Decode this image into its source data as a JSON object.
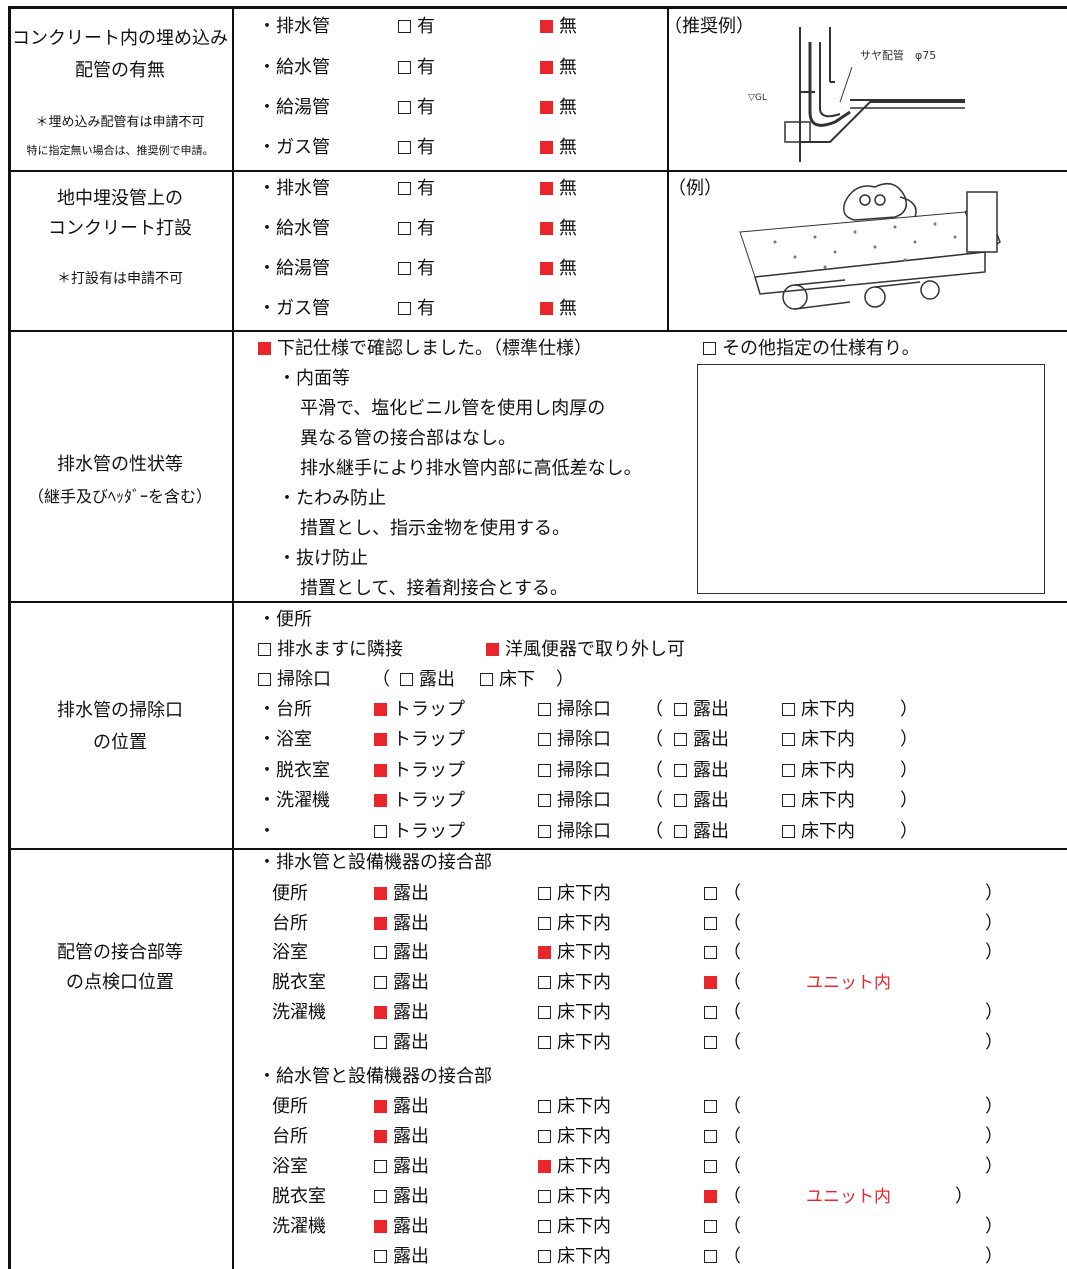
{
  "colors": {
    "checked": "#e8262c",
    "text": "#111111",
    "border": "#111111"
  },
  "section1": {
    "label_lines": [
      "コンクリート内の埋め込み",
      "配管の有無"
    ],
    "note1": "＊埋め込み配管有は申請不可",
    "note2": "特に指定無い場合は、推奨例で申請。",
    "rows": [
      {
        "name": "・排水管",
        "yes": "有",
        "no": "無",
        "yes_checked": false,
        "no_checked": true
      },
      {
        "name": "・給水管",
        "yes": "有",
        "no": "無",
        "yes_checked": false,
        "no_checked": true
      },
      {
        "name": "・給湯管",
        "yes": "有",
        "no": "無",
        "yes_checked": false,
        "no_checked": true
      },
      {
        "name": "・ガス管",
        "yes": "有",
        "no": "無",
        "yes_checked": false,
        "no_checked": true
      }
    ],
    "image_title": "（推奨例）",
    "image_label_pipe": "サヤ配管　φ75",
    "image_label_gl": "▽GL"
  },
  "section2": {
    "label_lines": [
      "地中埋没管上の",
      "コンクリート打設"
    ],
    "note": "＊打設有は申請不可",
    "rows": [
      {
        "name": "・排水管",
        "yes": "有",
        "no": "無",
        "yes_checked": false,
        "no_checked": true
      },
      {
        "name": "・給水管",
        "yes": "有",
        "no": "無",
        "yes_checked": false,
        "no_checked": true
      },
      {
        "name": "・給湯管",
        "yes": "有",
        "no": "無",
        "yes_checked": false,
        "no_checked": true
      },
      {
        "name": "・ガス管",
        "yes": "有",
        "no": "無",
        "yes_checked": false,
        "no_checked": true
      }
    ],
    "image_title": "（例）"
  },
  "section3": {
    "label_lines": [
      "排水管の性状等",
      "（継手及びﾍｯﾀﾞｰを含む）"
    ],
    "option_standard": "下記仕様で確認しました。（標準仕様）",
    "option_standard_checked": true,
    "option_other": "その他指定の仕様有り。",
    "option_other_checked": false,
    "spec_lines": [
      "・内面等",
      "平滑で、塩化ビニル管を使用し肉厚の",
      "異なる管の接合部はなし。",
      "排水継手により排水管内部に高低差なし。",
      "・たわみ防止",
      "措置とし、指示金物を使用する。",
      "・抜け防止",
      "措置として、接着剤接合とする。"
    ]
  },
  "section4": {
    "label_lines": [
      "排水管の掃除口",
      "の位置"
    ],
    "toilet_title": "・便所",
    "toilet_opt1": "排水ますに隣接",
    "toilet_opt1_checked": false,
    "toilet_opt2": "洋風便器で取り外し可",
    "toilet_opt2_checked": true,
    "cleanout_line": {
      "label": "掃除口",
      "open": "（",
      "exposed": "露出",
      "under": "床下",
      "close": "）"
    },
    "rows": [
      {
        "name": "・台所",
        "trap": "トラップ",
        "trap_checked": true,
        "cleanout": "掃除口",
        "exposed": "露出",
        "under": "床下内"
      },
      {
        "name": "・浴室",
        "trap": "トラップ",
        "trap_checked": true,
        "cleanout": "掃除口",
        "exposed": "露出",
        "under": "床下内"
      },
      {
        "name": "・脱衣室",
        "trap": "トラップ",
        "trap_checked": true,
        "cleanout": "掃除口",
        "exposed": "露出",
        "under": "床下内"
      },
      {
        "name": "・洗濯機",
        "trap": "トラップ",
        "trap_checked": true,
        "cleanout": "掃除口",
        "exposed": "露出",
        "under": "床下内"
      },
      {
        "name": "・",
        "trap": "トラップ",
        "trap_checked": false,
        "cleanout": "掃除口",
        "exposed": "露出",
        "under": "床下内"
      }
    ],
    "paren_open": "（",
    "paren_close": "）"
  },
  "section5": {
    "label_lines": [
      "配管の接合部等",
      "の点検口位置"
    ],
    "drain_title": "・排水管と設備機器の接合部",
    "supply_title": "・給水管と設備機器の接合部",
    "opt_exposed": "露出",
    "opt_under": "床下内",
    "paren_open": "（",
    "paren_close": "）",
    "drain_rows": [
      {
        "name": "便所",
        "exposed": true,
        "under": false,
        "other": false,
        "other_text": "",
        "close": true
      },
      {
        "name": "台所",
        "exposed": true,
        "under": false,
        "other": false,
        "other_text": "",
        "close": true
      },
      {
        "name": "浴室",
        "exposed": false,
        "under": true,
        "other": false,
        "other_text": "",
        "close": true
      },
      {
        "name": "脱衣室",
        "exposed": false,
        "under": false,
        "other": true,
        "other_text": "ユニット内",
        "close": false
      },
      {
        "name": "洗濯機",
        "exposed": true,
        "under": false,
        "other": false,
        "other_text": "",
        "close": true
      },
      {
        "name": "",
        "exposed": false,
        "under": false,
        "other": false,
        "other_text": "",
        "close": true
      }
    ],
    "supply_rows": [
      {
        "name": "便所",
        "exposed": true,
        "under": false,
        "other": false,
        "other_text": "",
        "close": true
      },
      {
        "name": "台所",
        "exposed": true,
        "under": false,
        "other": false,
        "other_text": "",
        "close": true
      },
      {
        "name": "浴室",
        "exposed": false,
        "under": true,
        "other": false,
        "other_text": "",
        "close": true
      },
      {
        "name": "脱衣室",
        "exposed": false,
        "under": false,
        "other": true,
        "other_text": "ユニット内",
        "close": true
      },
      {
        "name": "洗濯機",
        "exposed": true,
        "under": false,
        "other": false,
        "other_text": "",
        "close": true
      },
      {
        "name": "",
        "exposed": false,
        "under": false,
        "other": false,
        "other_text": "",
        "close": true
      }
    ]
  }
}
